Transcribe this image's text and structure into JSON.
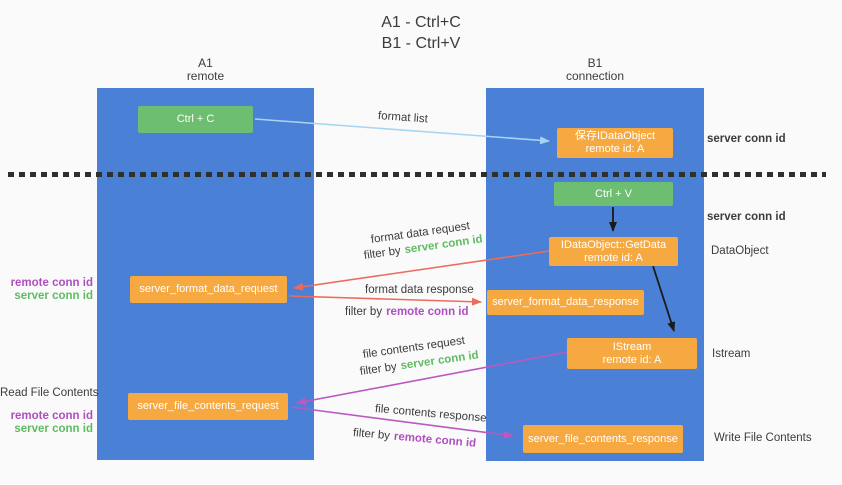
{
  "title": {
    "line1": "A1 - Ctrl+C",
    "line2": "B1 - Ctrl+V"
  },
  "columns": {
    "left": {
      "name": "A1",
      "role": "remote"
    },
    "right": {
      "name": "B1",
      "role": "connection"
    }
  },
  "boxes": {
    "ctrl_c": "Ctrl + C",
    "ctrl_v": "Ctrl + V",
    "save_idataobject": {
      "line1": "保存IDataObject",
      "line2": "remote id: A"
    },
    "getdata": {
      "line1": "IDataObject::GetData",
      "line2": "remote id: A"
    },
    "istream": {
      "line1": "IStream",
      "line2": "remote id: A"
    },
    "format_request": "server_format_data_request",
    "format_response": "server_format_data_response",
    "file_request": "server_file_contents_request",
    "file_response": "server_file_contents_response"
  },
  "side_labels": {
    "server_conn_id_top": "server conn id",
    "server_conn_id_mid": "server conn id",
    "dataobject": "DataObject",
    "istream": "Istream",
    "write_file_contents": "Write File Contents",
    "read_file_contents": "Read File Contents",
    "remote_conn_id": "remote conn id",
    "server_conn_id": "server conn id"
  },
  "flow_labels": {
    "format_list": "format list",
    "format_data_request": "format data request",
    "format_data_response": "format data response",
    "file_contents_request": "file contents request",
    "file_contents_response": "file contents response",
    "filter_by": "filter by",
    "server_conn_id": "server conn id",
    "remote_conn_id": "remote conn id"
  },
  "colors": {
    "column_blue": "#4a80d5",
    "box_green": "#6dbe71",
    "box_orange": "#f7a941",
    "conn_green_text": "#5fbb63",
    "conn_purple_text": "#ae4fc0",
    "arrow_red": "#ed6a5e",
    "arrow_magenta": "#bc58c0",
    "arrow_light_blue": "#a9d4f1",
    "arrow_black": "#1a1a1a",
    "background": "#fafafa"
  }
}
